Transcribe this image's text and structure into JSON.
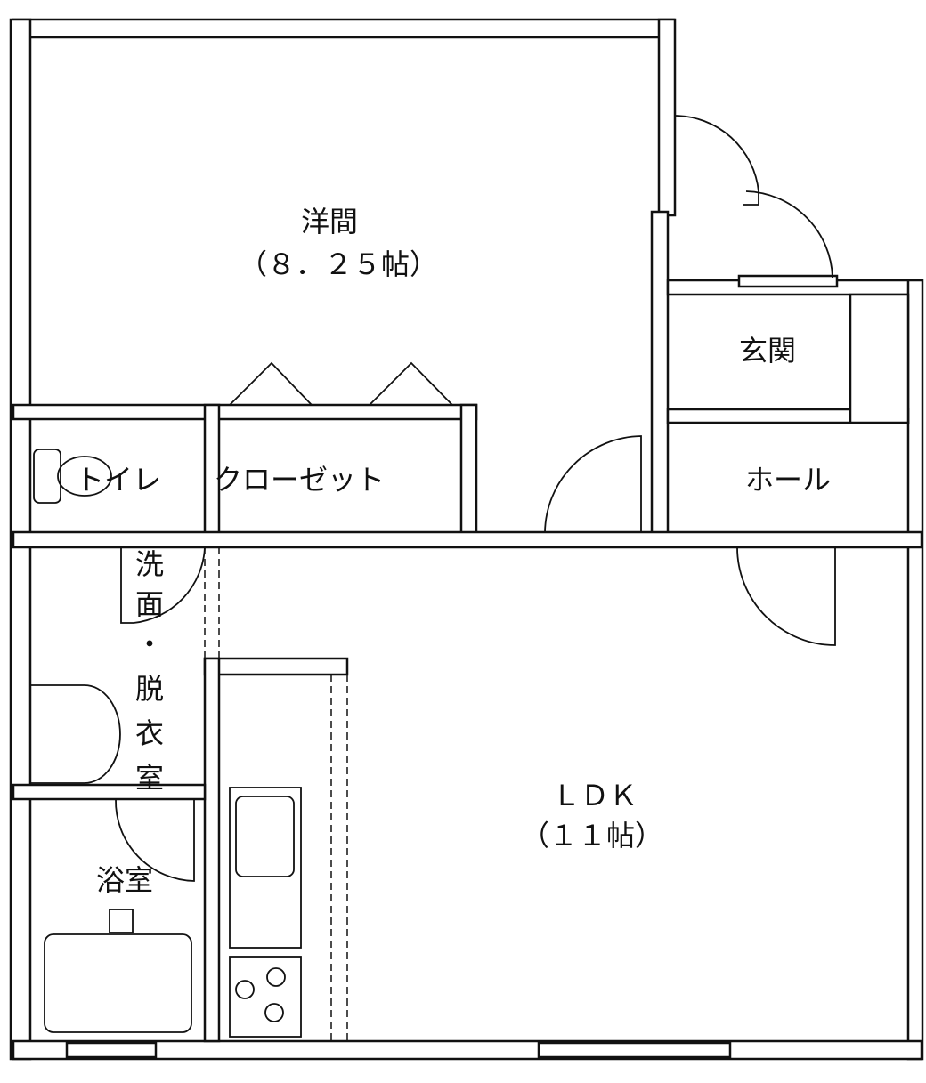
{
  "rooms": {
    "western_room": {
      "name": "洋間",
      "size": "（８．２５帖）"
    },
    "entrance": {
      "name": "玄関"
    },
    "hall": {
      "name": "ホール"
    },
    "toilet": {
      "name": "トイレ"
    },
    "closet": {
      "name": "クローゼット"
    },
    "washroom": {
      "name": [
        "洗",
        "面",
        "・",
        "脱",
        "衣",
        "室"
      ]
    },
    "bathroom": {
      "name": "浴室"
    },
    "ldk": {
      "name": "ＬＤＫ",
      "size": "（１１帖）"
    }
  }
}
